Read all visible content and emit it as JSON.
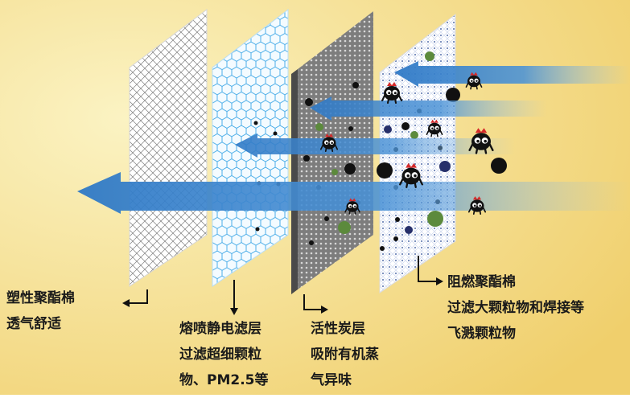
{
  "layers": [
    {
      "id": "pp-cotton",
      "lines": [
        "塑性聚酯棉",
        "透气舒适"
      ]
    },
    {
      "id": "meltblown",
      "lines": [
        "熔喷静电滤层",
        "过滤超细颗粒",
        "物、PM2.5等"
      ]
    },
    {
      "id": "activated-carbon",
      "lines": [
        "活性炭层",
        "吸附有机蒸",
        "气异味"
      ]
    },
    {
      "id": "flame-retardant",
      "lines": [
        "阻燃聚酯棉",
        "过滤大颗粒物和焊接等",
        "飞溅颗粒物"
      ]
    }
  ],
  "colors": {
    "background_light": "#fbf3c3",
    "background_warm": "#f0cf6c",
    "arrow_blue": "#3a86d0",
    "carbon_gray": "#7d7d7d",
    "hex_mesh_blue": "#3aa6e6",
    "particle_black": "#111111",
    "particle_green": "#5c8a3c",
    "particle_navy": "#27306a",
    "germ_crown_red": "#d42a2a"
  },
  "icons": [
    "germ-icon",
    "particle-icon",
    "flow-arrow-icon",
    "callout-arrow-icon"
  ]
}
